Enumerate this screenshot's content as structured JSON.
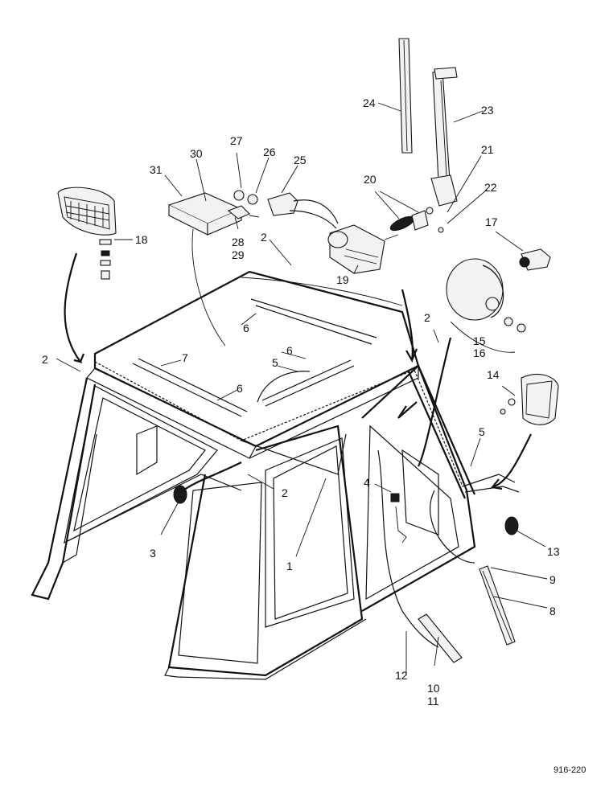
{
  "callouts": [
    {
      "id": "1",
      "text": "1"
    },
    {
      "id": "2a",
      "text": "2"
    },
    {
      "id": "2b",
      "text": "2"
    },
    {
      "id": "2c",
      "text": "2"
    },
    {
      "id": "2d",
      "text": "2"
    },
    {
      "id": "3",
      "text": "3"
    },
    {
      "id": "4",
      "text": "4"
    },
    {
      "id": "5a",
      "text": "5"
    },
    {
      "id": "5b",
      "text": "5"
    },
    {
      "id": "6a",
      "text": "6"
    },
    {
      "id": "6b",
      "text": "6"
    },
    {
      "id": "6c",
      "text": "6"
    },
    {
      "id": "7",
      "text": "7"
    },
    {
      "id": "8",
      "text": "8"
    },
    {
      "id": "9",
      "text": "9"
    },
    {
      "id": "10",
      "text": "10"
    },
    {
      "id": "11",
      "text": "11"
    },
    {
      "id": "12",
      "text": "12"
    },
    {
      "id": "13",
      "text": "13"
    },
    {
      "id": "14",
      "text": "14"
    },
    {
      "id": "15",
      "text": "15"
    },
    {
      "id": "16",
      "text": "16"
    },
    {
      "id": "17",
      "text": "17"
    },
    {
      "id": "18",
      "text": "18"
    },
    {
      "id": "19",
      "text": "19"
    },
    {
      "id": "20",
      "text": "20"
    },
    {
      "id": "21",
      "text": "21"
    },
    {
      "id": "22",
      "text": "22"
    },
    {
      "id": "23",
      "text": "23"
    },
    {
      "id": "24",
      "text": "24"
    },
    {
      "id": "25",
      "text": "25"
    },
    {
      "id": "26",
      "text": "26"
    },
    {
      "id": "27",
      "text": "27"
    },
    {
      "id": "28",
      "text": "28"
    },
    {
      "id": "29",
      "text": "29"
    },
    {
      "id": "30",
      "text": "30"
    },
    {
      "id": "31",
      "text": "31"
    }
  ],
  "figure_ref": "916-220"
}
